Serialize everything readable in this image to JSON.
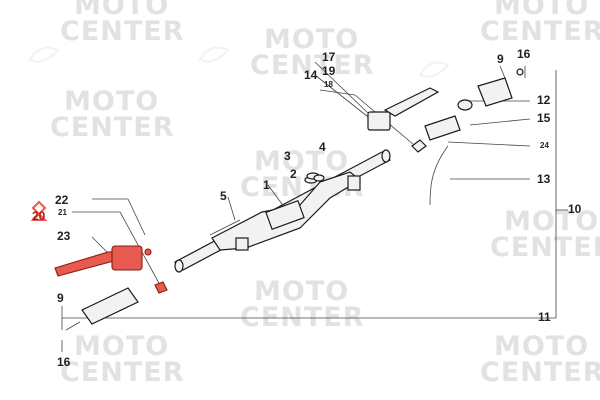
{
  "watermark": "MOTO CENTER",
  "watermark_lines": [
    "MOTO",
    "CENTER"
  ],
  "labels": [
    {
      "text": "17"
    },
    {
      "text": "19"
    },
    {
      "text": "14"
    },
    {
      "text": "18"
    },
    {
      "text": "9"
    },
    {
      "text": "16"
    },
    {
      "text": "12"
    },
    {
      "text": "15"
    },
    {
      "text": "24"
    },
    {
      "text": "13"
    },
    {
      "text": "10"
    },
    {
      "text": "3"
    },
    {
      "text": "4"
    },
    {
      "text": "2"
    },
    {
      "text": "1"
    },
    {
      "text": "5"
    },
    {
      "text": "22"
    },
    {
      "text": "21"
    },
    {
      "text": "20"
    },
    {
      "text": "23"
    },
    {
      "text": "9"
    },
    {
      "text": "16"
    },
    {
      "text": "11"
    }
  ],
  "highlight_label": "20",
  "colors": {
    "highlight": "#e8594f",
    "watermark": "#e2e2e2",
    "lines": "#444444"
  }
}
